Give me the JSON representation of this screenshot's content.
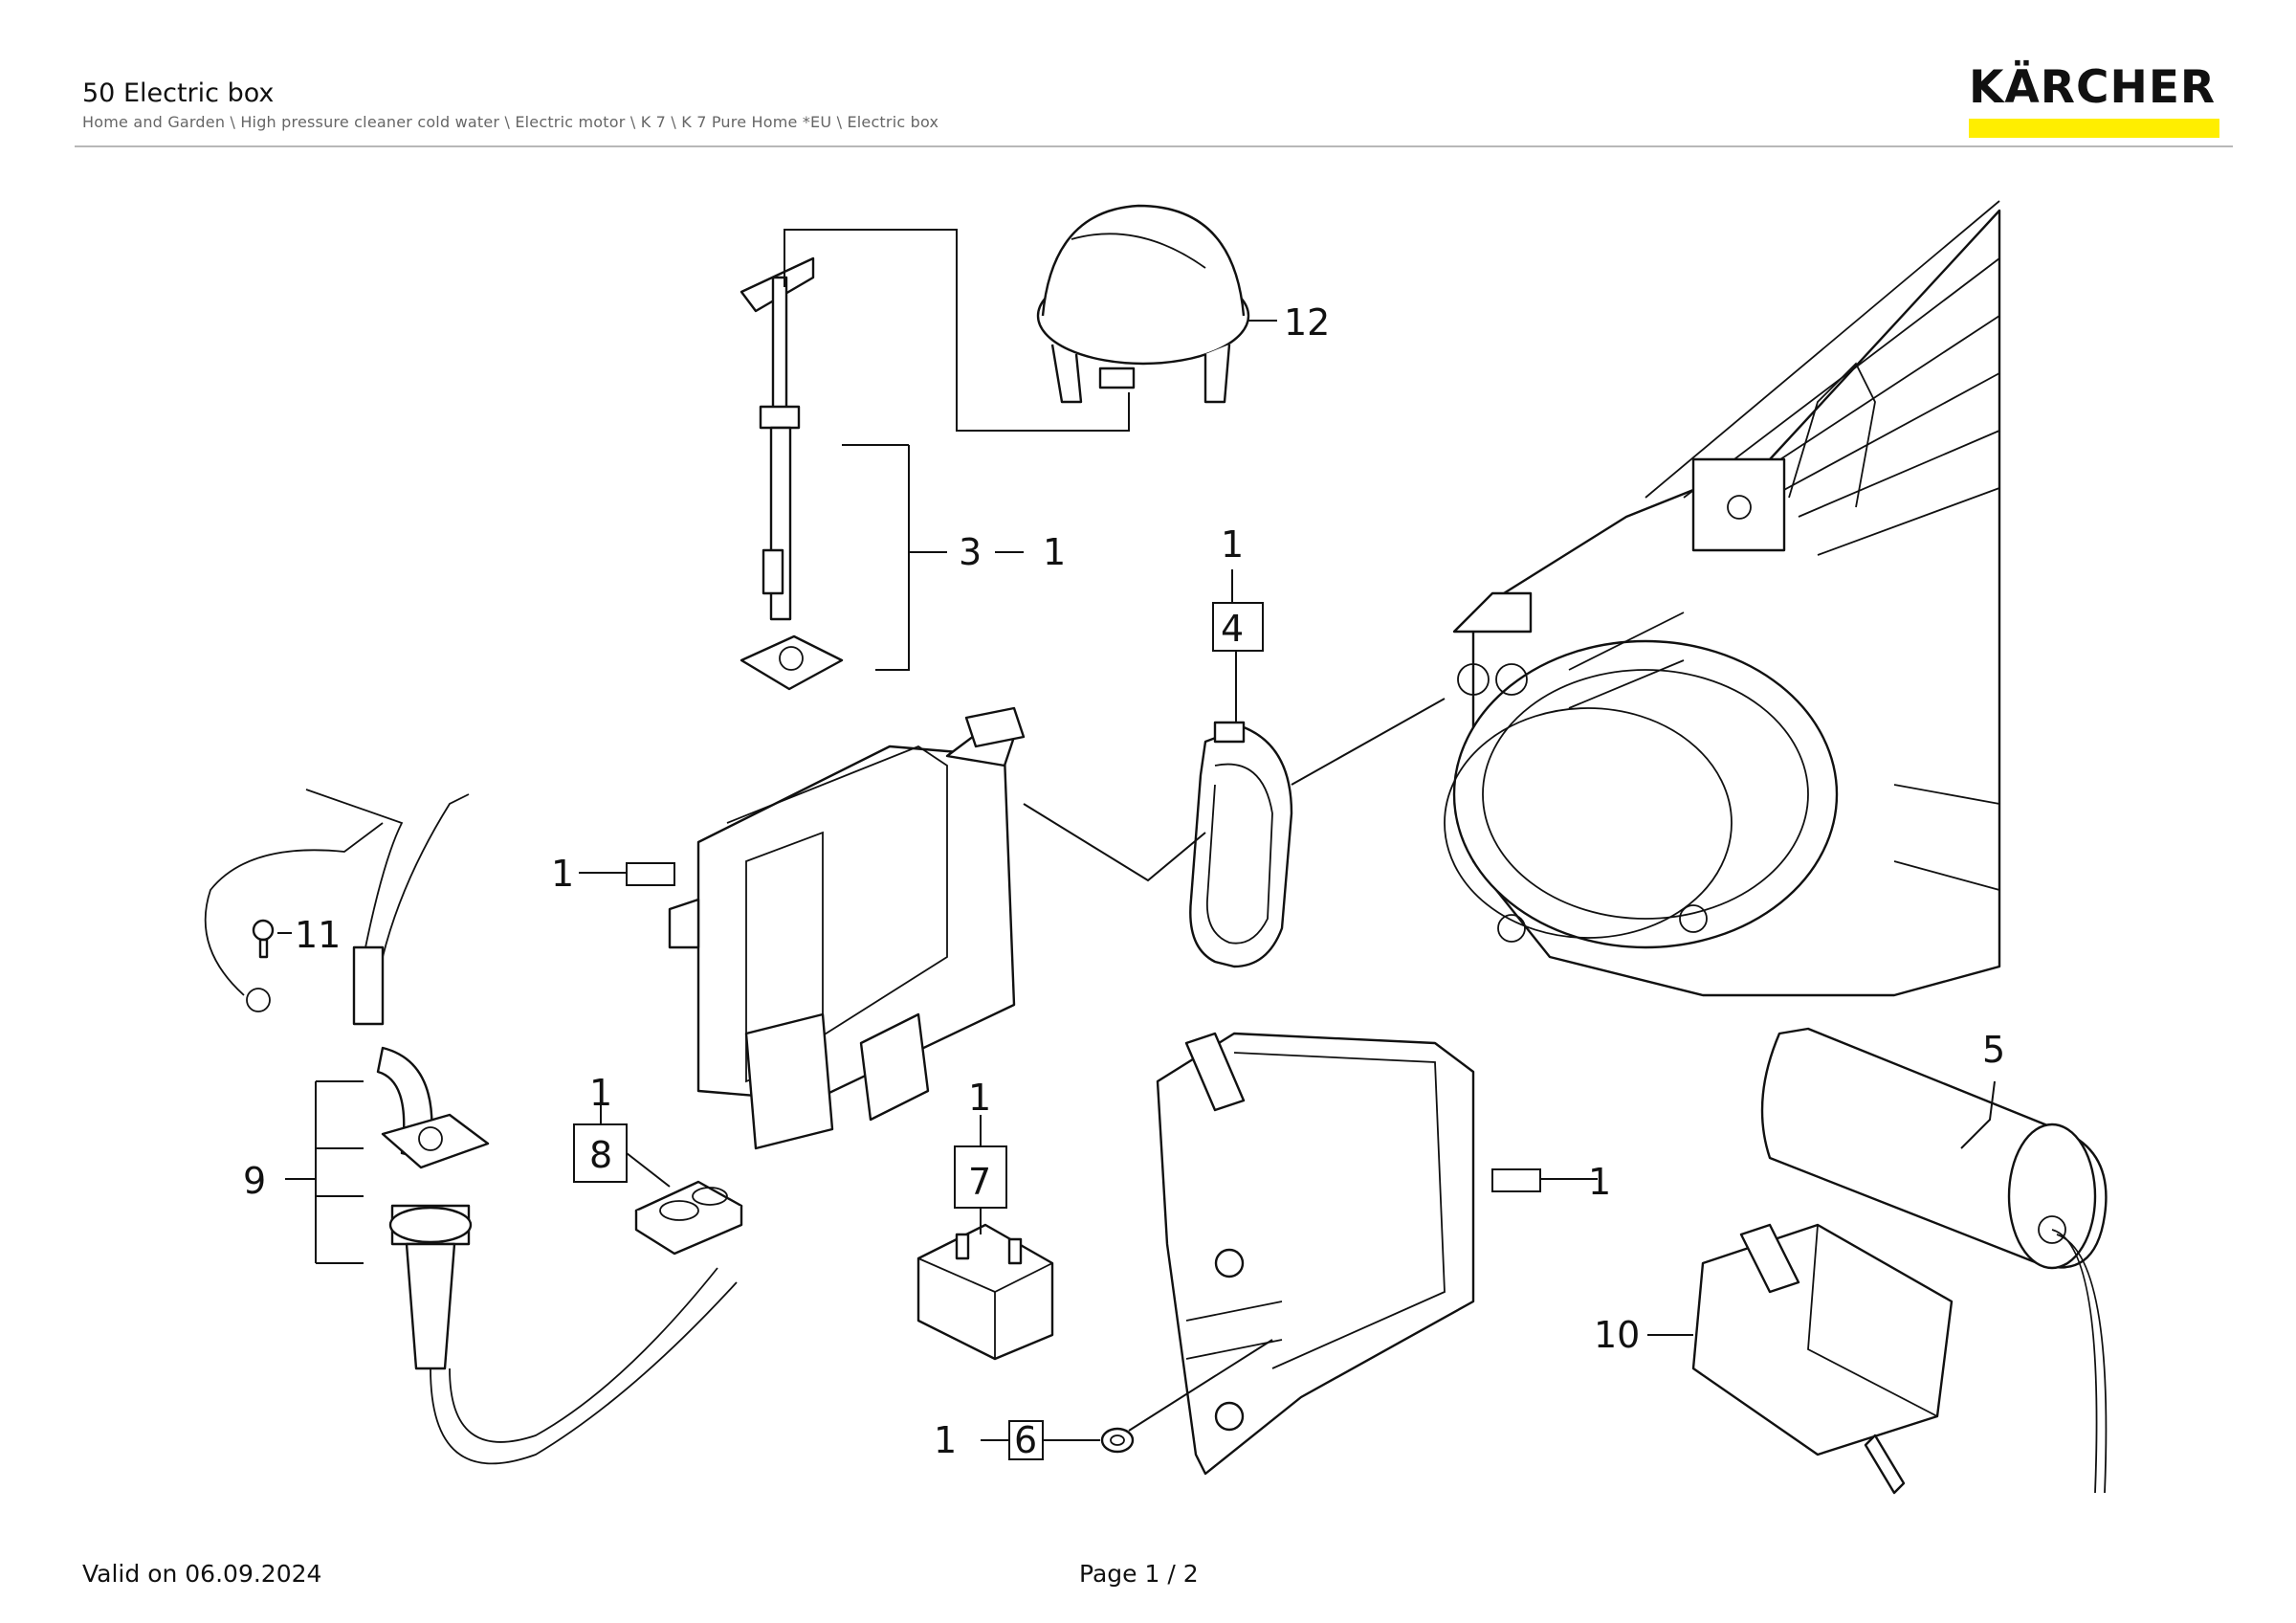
{
  "header": {
    "title": "50 Electric box",
    "breadcrumb": "Home and Garden \\ High pressure cleaner cold water \\ Electric motor \\ K 7 \\ K 7 Pure Home *EU \\ Electric box"
  },
  "brand": {
    "name": "KÄRCHER",
    "accent_color": "#ffee00"
  },
  "callouts": {
    "c12": "12",
    "c3": "3",
    "c3_qty": "1",
    "c4_qty": "1",
    "c4": "4",
    "c1_box": "1",
    "c11": "11",
    "c8_qty": "1",
    "c8": "8",
    "c7_qty": "1",
    "c7": "7",
    "c1_switch": "1",
    "c5": "5",
    "c9": "9",
    "c10": "10",
    "c6_qty": "1",
    "c6": "6"
  },
  "footer": {
    "valid_on": "Valid on 06.09.2024",
    "page": "Page 1 / 2"
  }
}
